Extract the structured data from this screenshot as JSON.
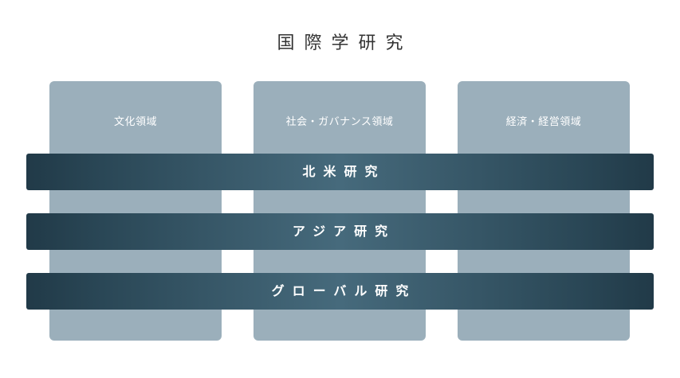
{
  "title": "国際学研究",
  "columns": [
    {
      "label": "文化領域"
    },
    {
      "label": "社会・ガバナンス領域"
    },
    {
      "label": "経済・経営領域"
    }
  ],
  "bands": [
    {
      "label": "北米研究"
    },
    {
      "label": "アジア研究"
    },
    {
      "label": "グローバル研究"
    }
  ],
  "colors": {
    "column_fill": "#9bafbb",
    "band_dark": "#213a48",
    "band_light": "#466a7c",
    "title_text": "#333333"
  }
}
